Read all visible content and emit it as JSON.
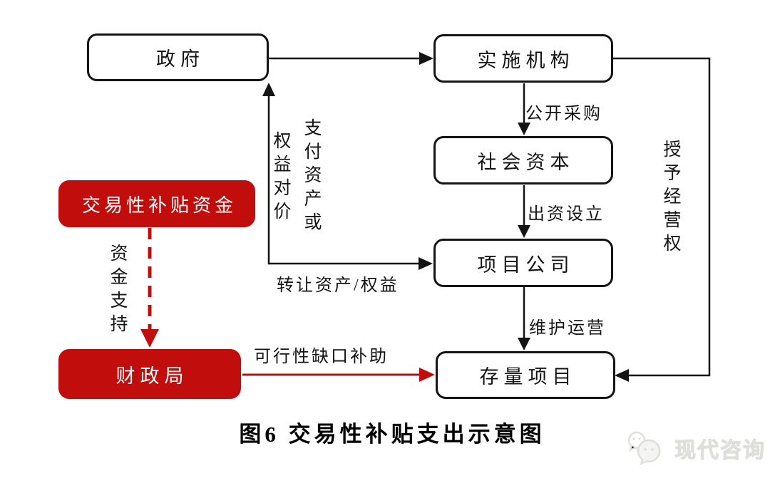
{
  "figure": {
    "caption": "图6 交易性补贴支出示意图",
    "watermark": "现代咨询",
    "colors": {
      "accent_red": "#c20d0d",
      "line_black": "#141414",
      "watermark_gray": "#e2e2df"
    },
    "nodes": {
      "government": {
        "label": "政府"
      },
      "implementing_agency": {
        "label": "实施机构"
      },
      "social_capital": {
        "label": "社会资本"
      },
      "project_company": {
        "label": "项目公司"
      },
      "existing_project": {
        "label": "存量项目"
      },
      "transactional_subsidy_fund": {
        "label": "交易性补贴资金"
      },
      "finance_bureau": {
        "label": "财政局"
      }
    },
    "edges": {
      "public_procurement": "公开采购",
      "invest_establish": "出资设立",
      "maintain_operate": "维护运营",
      "grant_franchise": "授予经营权",
      "pay_assets_or": "支付资产或",
      "equity_consideration": "权益对价",
      "transfer_assets_equity": "转让资产/权益",
      "funding_support": "资金支持",
      "viability_gap_subsidy": "可行性缺口补助"
    }
  }
}
